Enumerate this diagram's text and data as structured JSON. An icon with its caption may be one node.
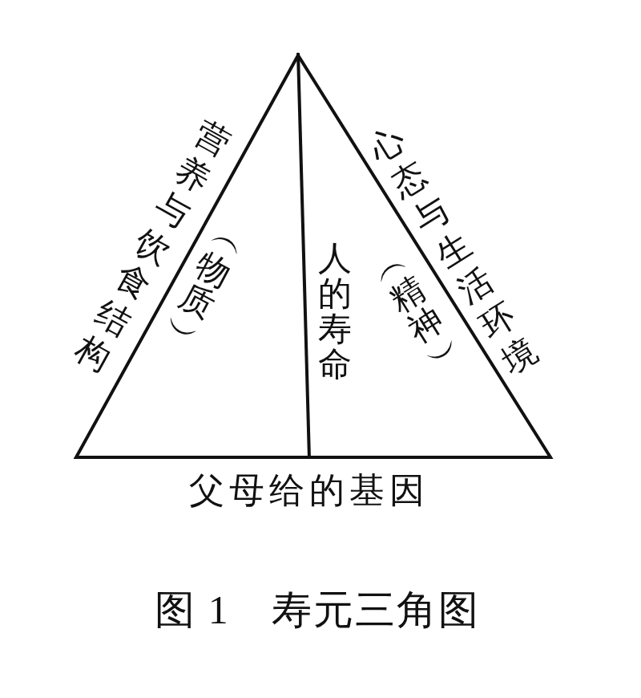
{
  "diagram": {
    "caption": "图 1　寿元三角图",
    "nodes": [
      {
        "text": [
          "︵物质︶",
          "人的寿命",
          "︵精神︶"
        ],
        "beside": [
          "营养与饮食结构",
          "心态与生活环境",
          "父母给的基因"
        ]
      }
    ]
  }
}
